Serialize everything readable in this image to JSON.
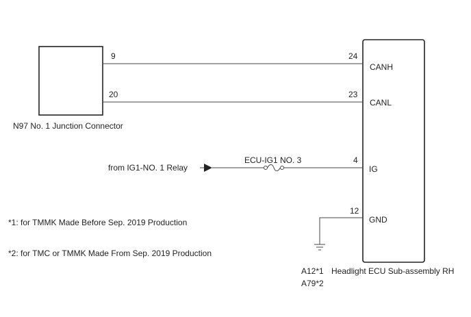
{
  "colors": {
    "line": "#444444",
    "box_stroke": "#222222",
    "text": "#222222",
    "background": "#ffffff"
  },
  "junction_connector": {
    "label": "N97 No. 1 Junction Connector",
    "pins": {
      "canh": "9",
      "canl": "20"
    }
  },
  "ecu": {
    "label": "Headlight ECU Sub-assembly RH",
    "connectors": [
      "A12*1",
      "A79*2"
    ],
    "pins": [
      {
        "number": "24",
        "name": "CANH"
      },
      {
        "number": "23",
        "name": "CANL"
      },
      {
        "number": "4",
        "name": "IG"
      },
      {
        "number": "12",
        "name": "GND"
      }
    ]
  },
  "power": {
    "source_label": "from IG1-NO. 1 Relay",
    "fuse_label": "ECU-IG1 NO. 3"
  },
  "footnotes": [
    "*1: for TMMK Made Before Sep. 2019 Production",
    "*2: for TMC or TMMK Made From Sep. 2019 Production"
  ],
  "icons": [
    "arrow-right-icon",
    "fuse-icon",
    "ground-icon"
  ]
}
